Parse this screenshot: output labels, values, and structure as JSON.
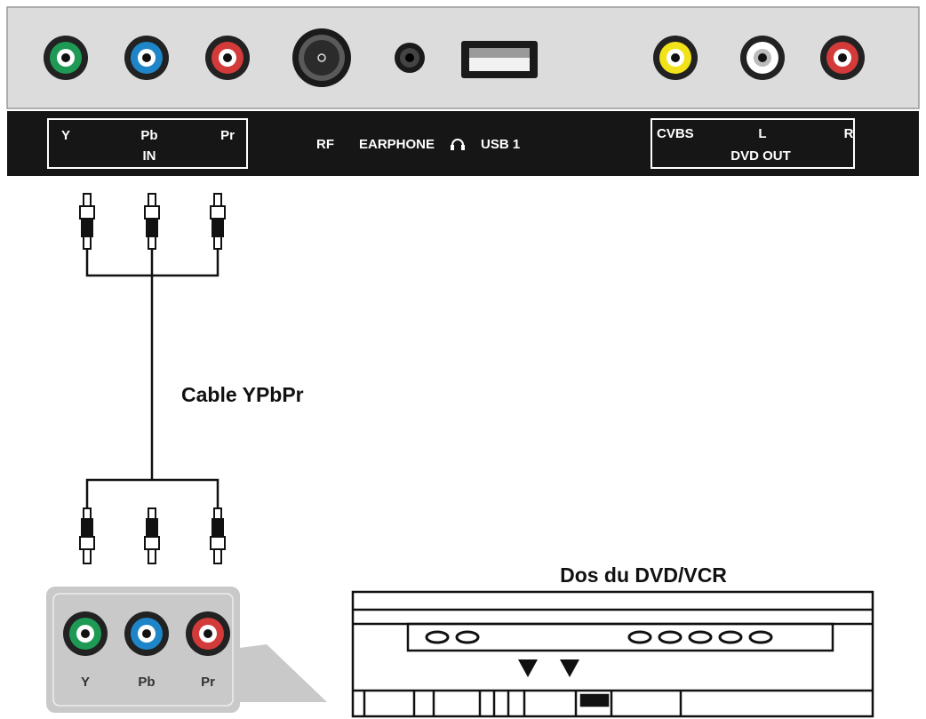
{
  "panel": {
    "labels": {
      "y": "Y",
      "pb": "Pb",
      "pr": "Pr",
      "in": "IN",
      "rf": "RF",
      "earphone": "EARPHONE",
      "usb": "USB 1",
      "cvbs": "CVBS",
      "l": "L",
      "r": "R",
      "dvd_out": "DVD OUT"
    }
  },
  "cable": {
    "label": "Cable YPbPr"
  },
  "device": {
    "title": "Dos du DVD/VCR",
    "jack_labels": {
      "y": "Y",
      "pb": "Pb",
      "pr": "Pr"
    }
  },
  "colors": {
    "green": "#1f9a55",
    "blue": "#1e86c8",
    "red": "#d33a3a",
    "yellow": "#f2e21a",
    "white": "#ffffff",
    "panel_gray": "#dcdcdc",
    "label_strip": "#161616",
    "device_box": "#c9c9c9"
  }
}
